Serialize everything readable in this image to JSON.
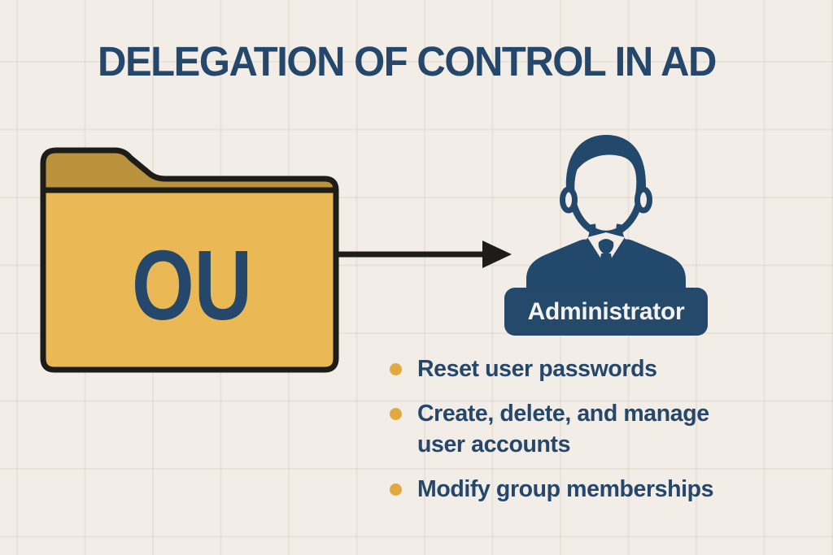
{
  "title": "DELEGATION OF CONTROL IN AD",
  "folder": {
    "label": "OU"
  },
  "administrator": {
    "label": "Administrator"
  },
  "permissions": {
    "items": [
      "Reset user passwords",
      "Create, delete, and manage user accounts",
      "Modify group memberships"
    ]
  },
  "icons": {
    "folder": "ou-folder-icon",
    "person": "administrator-icon",
    "arrow": "delegation-arrow-icon",
    "bullet": "bullet-dot-icon"
  },
  "colors": {
    "background": "#f2eee7",
    "navy": "#24476b",
    "badge_navy": "#24496b",
    "folder_body": "#eab955",
    "folder_tab": "#ba923c",
    "outline_black": "#1d1c18",
    "bullet_gold": "#e2a93f",
    "badge_text": "#f3f3f1"
  }
}
